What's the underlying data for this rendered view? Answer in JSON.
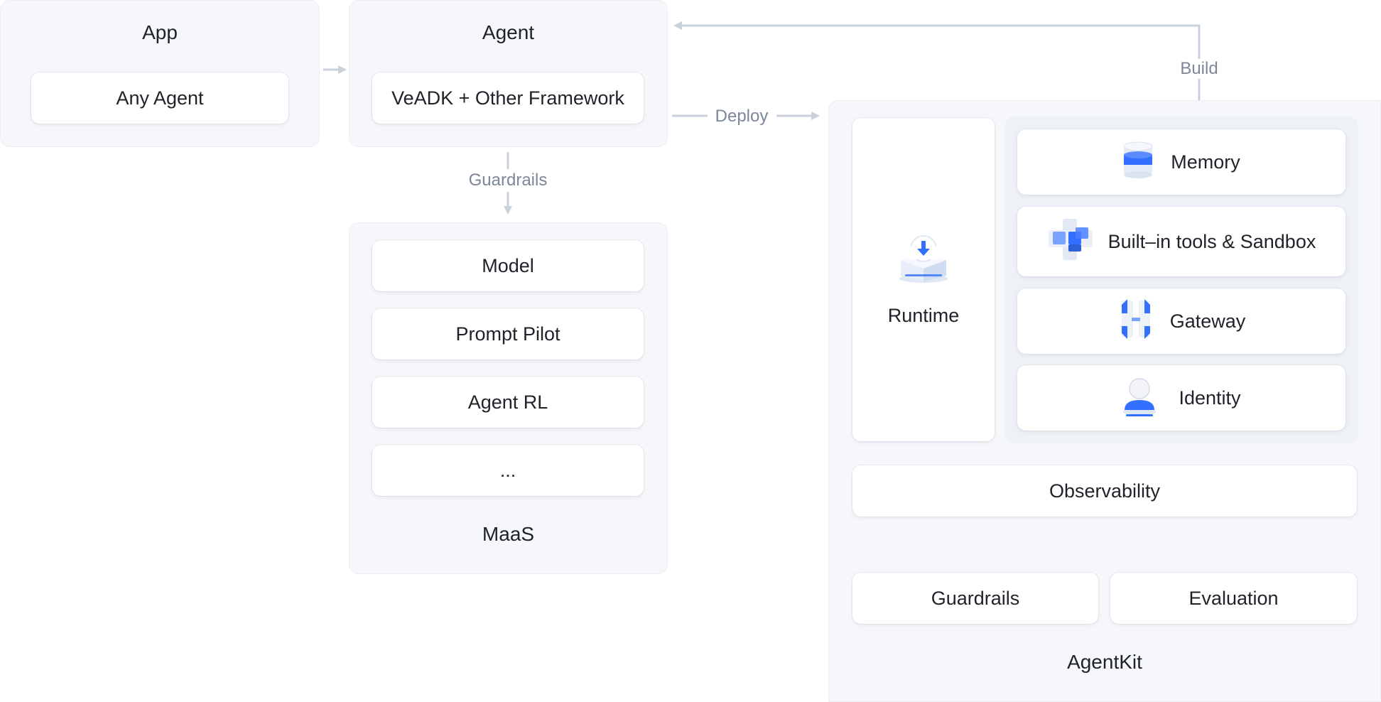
{
  "app": {
    "title": "App",
    "card": "Any Agent"
  },
  "agent": {
    "title": "Agent",
    "card": "VeADK + Other Framework"
  },
  "edges": {
    "guardrails": "Guardrails",
    "deploy": "Deploy",
    "build": "Build"
  },
  "maas": {
    "items": [
      "Model",
      "Prompt Pilot",
      "Agent RL",
      "..."
    ],
    "title": "MaaS"
  },
  "agentkit": {
    "runtime": "Runtime",
    "services": [
      "Memory",
      "Built–in tools & Sandbox",
      "Gateway",
      "Identity"
    ],
    "observability": "Observability",
    "guardrails": "Guardrails",
    "evaluation": "Evaluation",
    "title": "AgentKit"
  },
  "colors": {
    "accent": "#3370ff",
    "connector": "#c9d1dd",
    "label": "#7c8799"
  },
  "icons": {
    "runtime": "cloud-download-box-icon",
    "memory": "database-icon",
    "tools": "cube-blocks-icon",
    "gateway": "gateway-arrows-icon",
    "identity": "user-identity-icon"
  }
}
